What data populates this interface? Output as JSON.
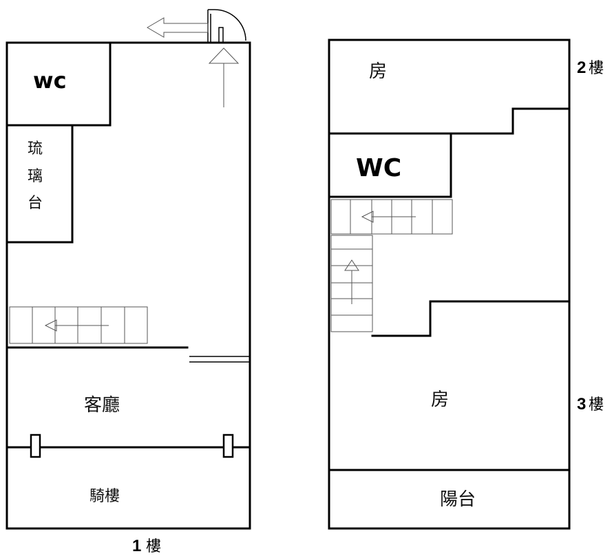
{
  "floor1": {
    "wc": "wc",
    "counter": "琉璃台",
    "living_room": "客廳",
    "arcade": "騎樓",
    "floor_number": "1",
    "floor_word": "樓"
  },
  "floor23": {
    "room_top": "房",
    "wc": "WC",
    "room_bottom": "房",
    "balcony": "陽台",
    "floor2_number": "2",
    "floor2_word": "樓",
    "floor3_number": "3",
    "floor3_word": "樓"
  }
}
